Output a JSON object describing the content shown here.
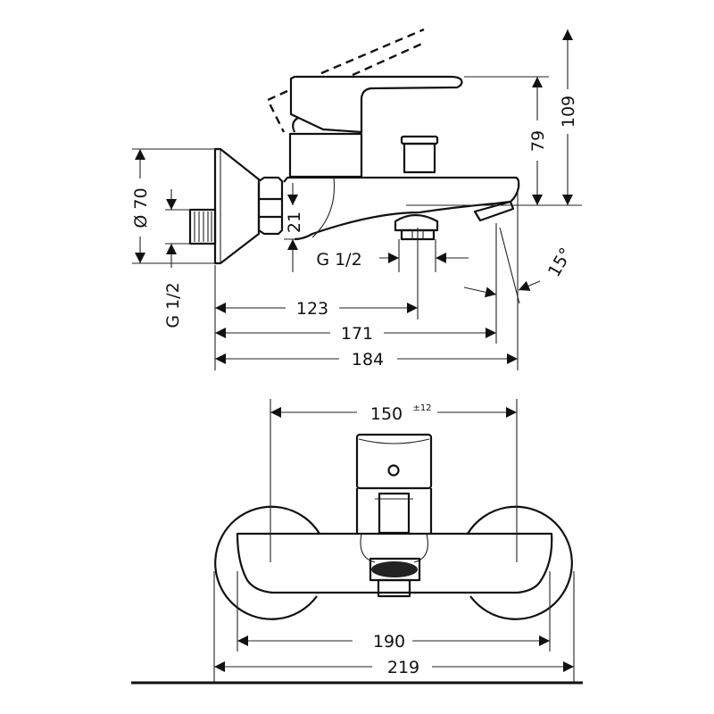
{
  "side_view": {
    "dims": {
      "height_total": "109",
      "height_lever": "79",
      "escutcheon_diameter": "Ø 70",
      "wall_thread": "G 1/2",
      "spout_offset": "21",
      "outlet_thread": "G 1/2",
      "spout_angle": "15°",
      "projection_outlet": "123",
      "projection_spout": "171",
      "projection_total": "184"
    }
  },
  "front_view": {
    "dims": {
      "centers": "150",
      "centers_tolerance": "±12",
      "body_width": "190",
      "total_width": "219"
    }
  },
  "colors": {
    "line": "#111111",
    "background": "#ffffff"
  }
}
